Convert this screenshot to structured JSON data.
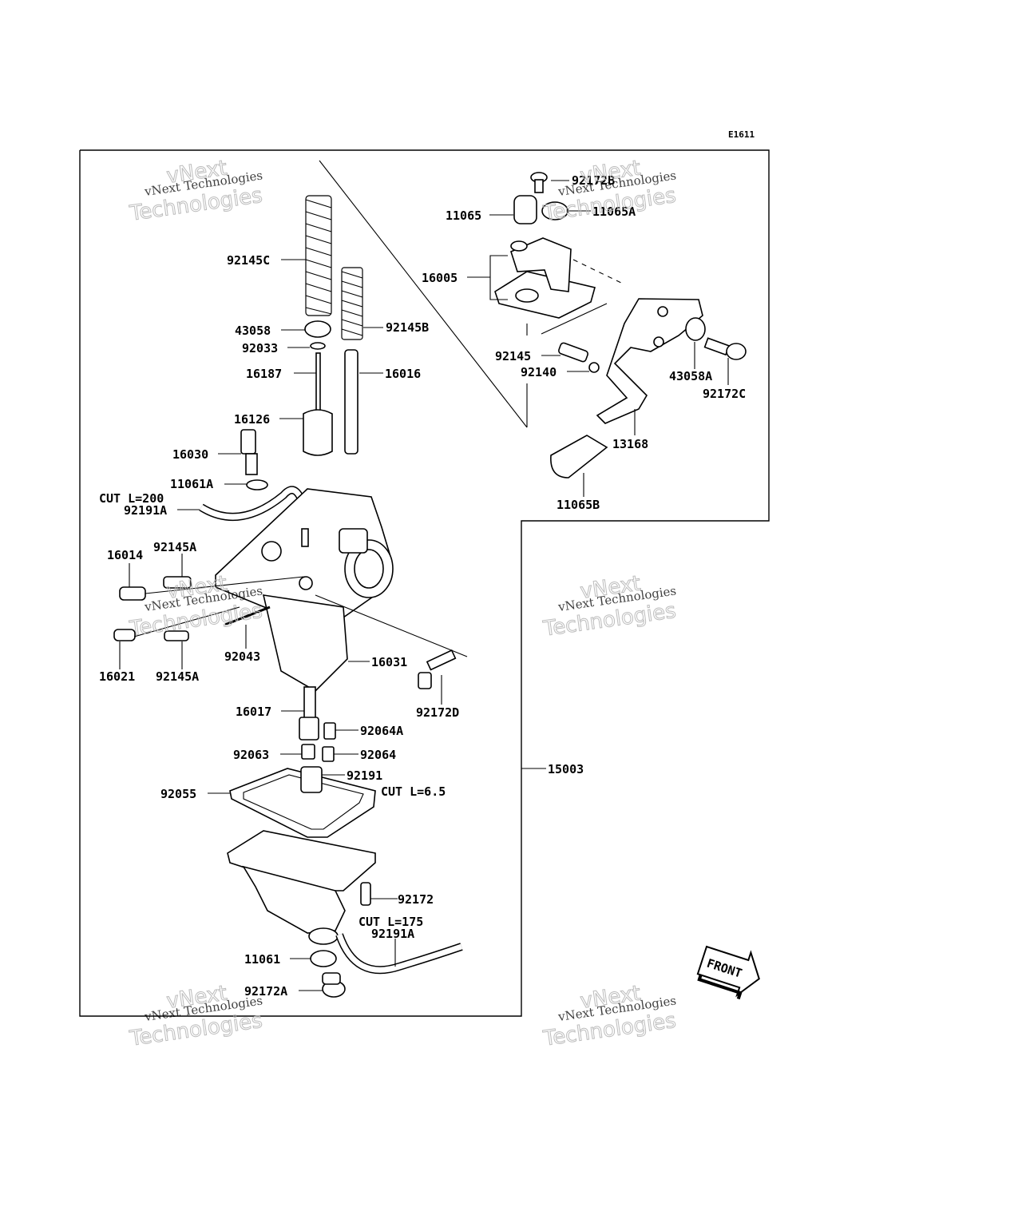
{
  "diagram_code": "E1611",
  "front_label": "FRONT",
  "watermark": {
    "line1": "vNext Technologies",
    "line2": "vNext",
    "line3": "Technologies"
  },
  "parts": [
    {
      "id": "92172B",
      "label": "92172B"
    },
    {
      "id": "11065",
      "label": "11065"
    },
    {
      "id": "11065A",
      "label": "11065A"
    },
    {
      "id": "92145C",
      "label": "92145C"
    },
    {
      "id": "16005",
      "label": "16005"
    },
    {
      "id": "43058",
      "label": "43058"
    },
    {
      "id": "92145B",
      "label": "92145B"
    },
    {
      "id": "92033",
      "label": "92033"
    },
    {
      "id": "92145",
      "label": "92145"
    },
    {
      "id": "92140",
      "label": "92140"
    },
    {
      "id": "16187",
      "label": "16187"
    },
    {
      "id": "16016",
      "label": "16016"
    },
    {
      "id": "43058A",
      "label": "43058A"
    },
    {
      "id": "92172C",
      "label": "92172C"
    },
    {
      "id": "16126",
      "label": "16126"
    },
    {
      "id": "13168",
      "label": "13168"
    },
    {
      "id": "16030",
      "label": "16030"
    },
    {
      "id": "11061A",
      "label": "11061A"
    },
    {
      "id": "11065B",
      "label": "11065B"
    },
    {
      "id": "cut200",
      "label": "CUT L=200"
    },
    {
      "id": "92191A-top",
      "label": "92191A"
    },
    {
      "id": "16014",
      "label": "16014"
    },
    {
      "id": "92145A-top",
      "label": "92145A"
    },
    {
      "id": "92043",
      "label": "92043"
    },
    {
      "id": "16031",
      "label": "16031"
    },
    {
      "id": "16021",
      "label": "16021"
    },
    {
      "id": "92145A-bot",
      "label": "92145A"
    },
    {
      "id": "92172D",
      "label": "92172D"
    },
    {
      "id": "16017",
      "label": "16017"
    },
    {
      "id": "92064A",
      "label": "92064A"
    },
    {
      "id": "92063",
      "label": "92063"
    },
    {
      "id": "92064",
      "label": "92064"
    },
    {
      "id": "92191",
      "label": "92191"
    },
    {
      "id": "15003",
      "label": "15003"
    },
    {
      "id": "92055",
      "label": "92055"
    },
    {
      "id": "cut65",
      "label": "CUT L=6.5"
    },
    {
      "id": "92172",
      "label": "92172"
    },
    {
      "id": "cut175",
      "label": "CUT L=175"
    },
    {
      "id": "92191A-bot",
      "label": "92191A"
    },
    {
      "id": "11061",
      "label": "11061"
    },
    {
      "id": "92172A",
      "label": "92172A"
    }
  ]
}
